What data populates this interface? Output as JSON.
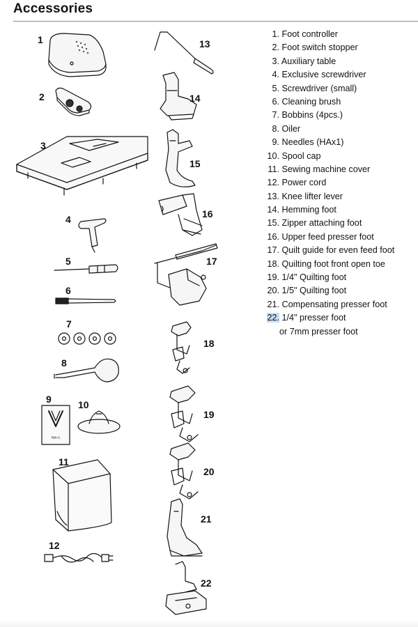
{
  "page": {
    "title": "Accessories"
  },
  "figure_labels": [
    "1",
    "2",
    "3",
    "4",
    "5",
    "6",
    "7",
    "8",
    "9",
    "10",
    "11",
    "12",
    "13",
    "14",
    "15",
    "16",
    "17",
    "18",
    "19",
    "20",
    "21",
    "22"
  ],
  "items": [
    {
      "num": "1.",
      "text": "Foot controller"
    },
    {
      "num": "2.",
      "text": "Foot switch stopper"
    },
    {
      "num": "3.",
      "text": "Auxiliary table"
    },
    {
      "num": "4.",
      "text": "Exclusive screwdriver"
    },
    {
      "num": "5.",
      "text": "Screwdriver (small)"
    },
    {
      "num": "6.",
      "text": "Cleaning brush"
    },
    {
      "num": "7.",
      "text": "Bobbins (4pcs.)"
    },
    {
      "num": "8.",
      "text": "Oiler"
    },
    {
      "num": "9.",
      "text": "Needles (HAx1)"
    },
    {
      "num": "10.",
      "text": "Spool cap"
    },
    {
      "num": "11.",
      "text": "Sewing machine cover"
    },
    {
      "num": "12.",
      "text": "Power cord"
    },
    {
      "num": "13.",
      "text": "Knee lifter lever"
    },
    {
      "num": "14.",
      "text": "Hemming foot"
    },
    {
      "num": "15.",
      "text": "Zipper attaching foot"
    },
    {
      "num": "16.",
      "text": "Upper feed presser foot"
    },
    {
      "num": "17.",
      "text": "Quilt guide for even feed foot"
    },
    {
      "num": "18.",
      "text": "Quilting foot front open toe"
    },
    {
      "num": "19.",
      "text": "1/4\" Quilting foot"
    },
    {
      "num": "20.",
      "text": "1/5\" Quilting foot"
    },
    {
      "num": "21.",
      "text": "Compensating presser foot"
    },
    {
      "num": "22.",
      "text": "1/4\" presser foot"
    }
  ],
  "item_22_continuation": "or 7mm presser foot",
  "needle_pack_text": "HA×1",
  "colors": {
    "highlight": "#c5dcf5",
    "line": "#111111",
    "rule": "#888888"
  }
}
